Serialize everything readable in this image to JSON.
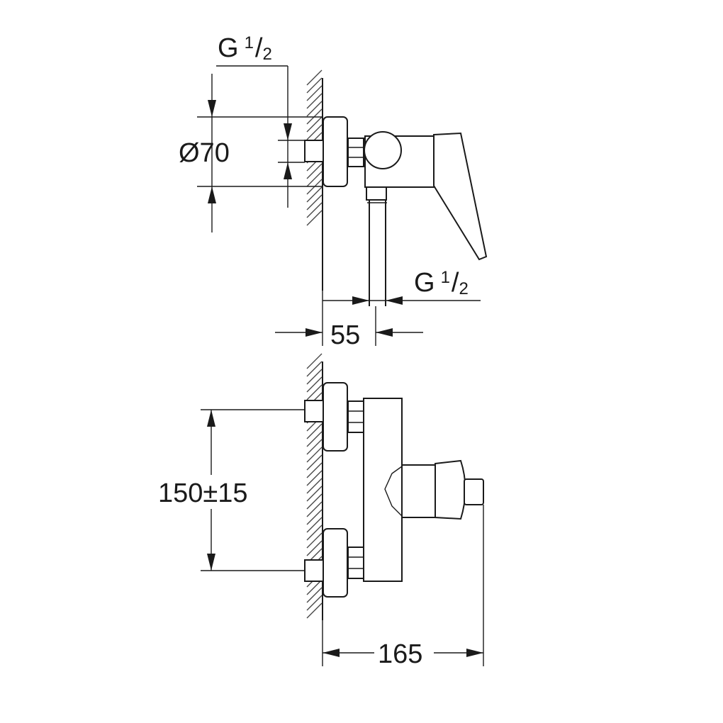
{
  "drawing": {
    "labels": {
      "thread_top": {
        "main": "G",
        "num": "1",
        "slash": "/",
        "den": "2"
      },
      "thread_bottom": {
        "main": "G",
        "num": "1",
        "slash": "/",
        "den": "2"
      },
      "diameter": "Ø70",
      "depth": "55",
      "spacing": "150±15",
      "width": "165"
    }
  }
}
